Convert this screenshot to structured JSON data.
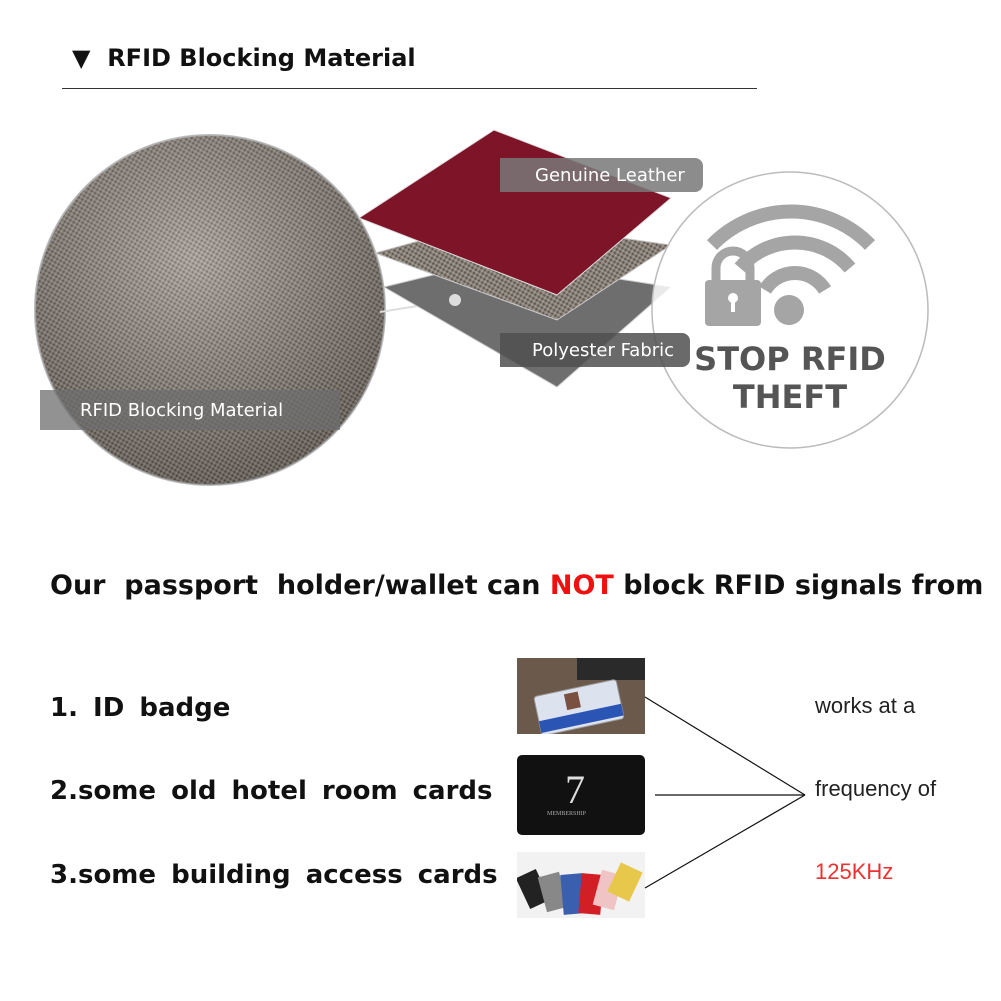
{
  "header": {
    "icon": "triangle-down-icon",
    "arrow": "▼",
    "title": "RFID Blocking Material"
  },
  "materials": {
    "fabric_label": "RFID Blocking Material",
    "layer_top_label": "Genuine Leather",
    "layer_bottom_label": "Polyester Fabric",
    "colors": {
      "leather": "#7d1428",
      "mesh": "#8a8580",
      "fabric": "#707070"
    }
  },
  "badge": {
    "icon": "lock-wifi-icon",
    "line1": "STOP RFID",
    "line2": "THEFT"
  },
  "headline": {
    "before": "Our  passport  holder/wallet can ",
    "highlight": "NOT",
    "after": " block RFID signals from",
    "highlight_color": "#f01010"
  },
  "items": [
    {
      "label": "1. ID badge",
      "image": "id-badge-photo"
    },
    {
      "label": "2.some  old  hotel  room  cards",
      "image": "hotel-card-photo"
    },
    {
      "label": "3.some  building  access  cards",
      "image": "access-cards-photo"
    }
  ],
  "frequency": {
    "line1": "works at a",
    "line2": "frequency of",
    "value": "125KHz",
    "value_color": "#f03030"
  }
}
